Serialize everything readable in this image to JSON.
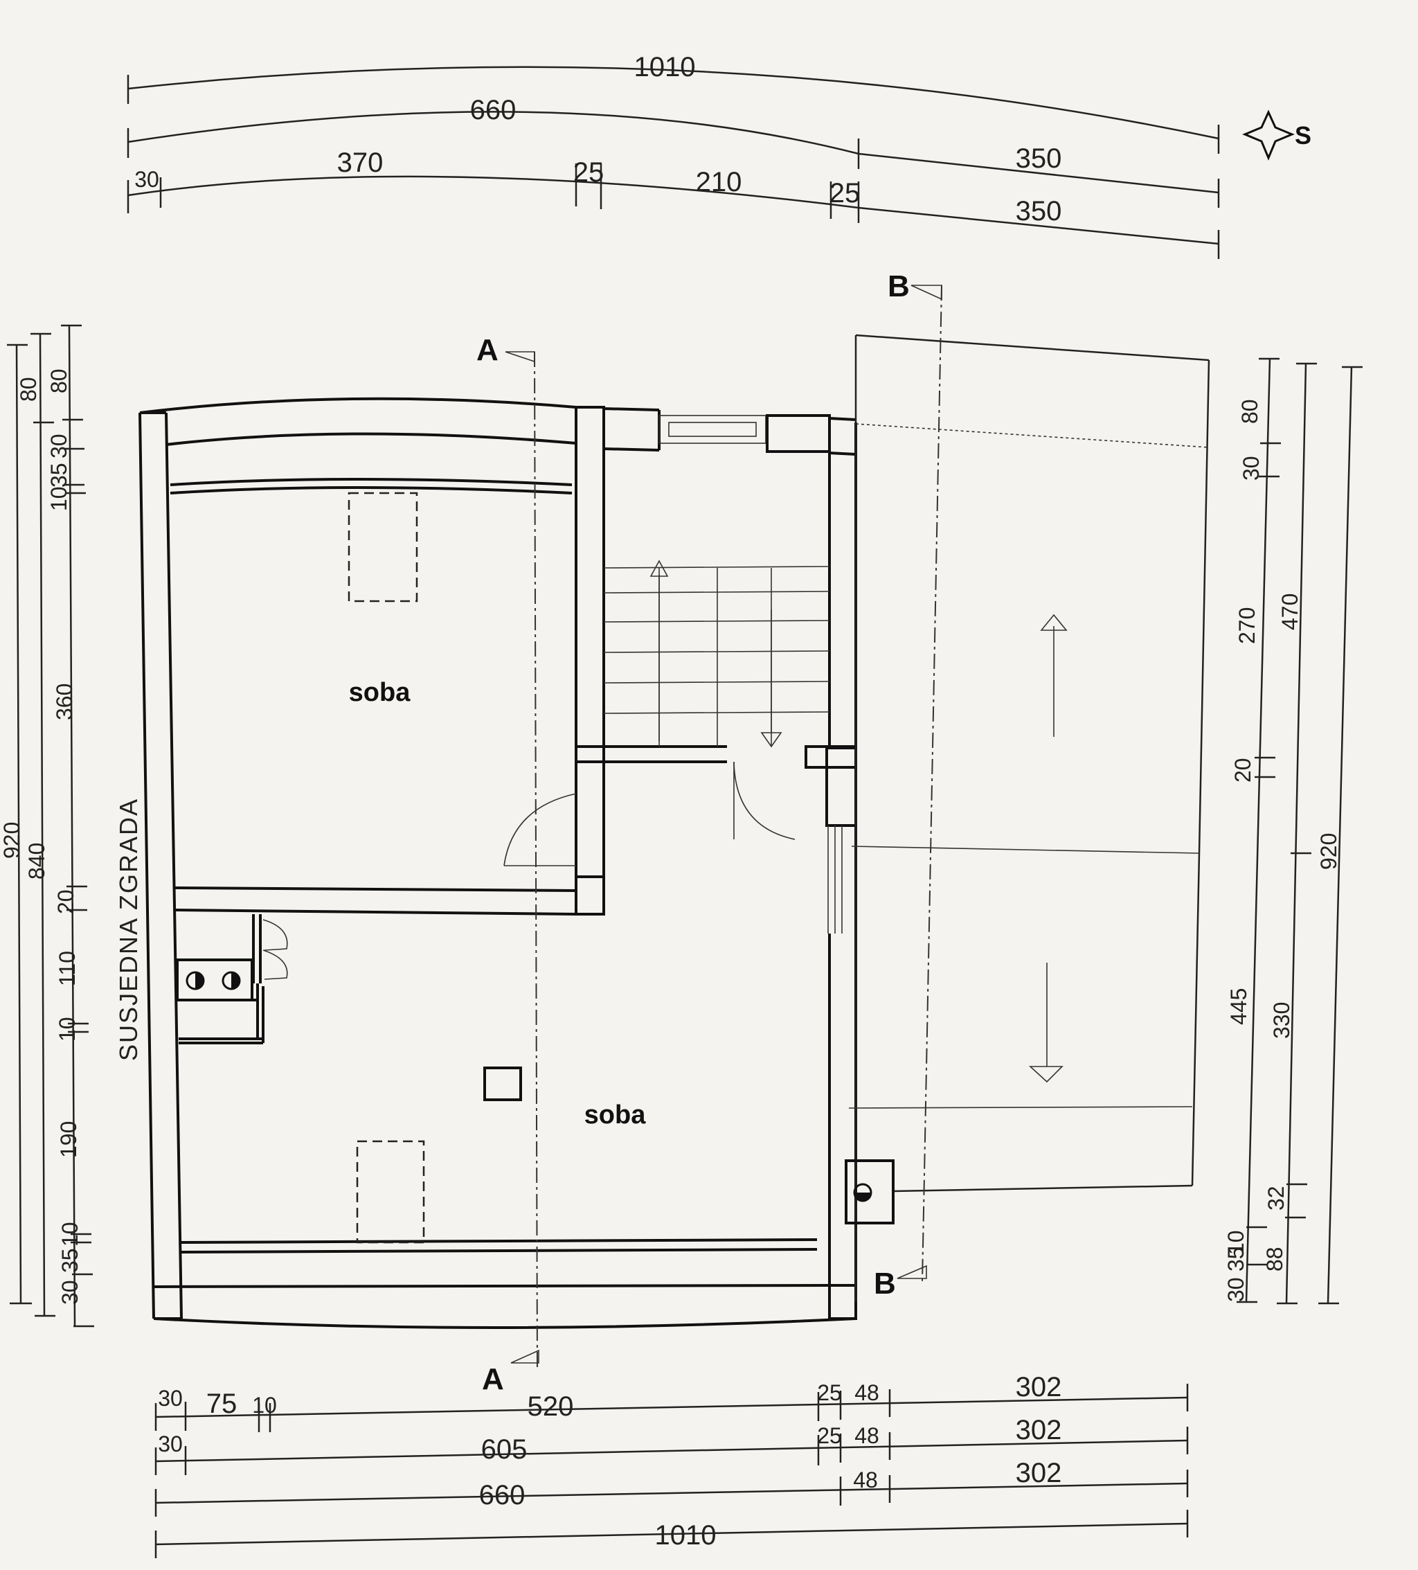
{
  "north": {
    "label": "S",
    "icon": "compass-star-icon"
  },
  "neighbor_label": "SUSJEDNA ZGRADA",
  "rooms": [
    {
      "name": "soba"
    },
    {
      "name": "soba"
    }
  ],
  "sections": {
    "a": "A",
    "b": "B"
  },
  "dims_top": {
    "overall": "1010",
    "row2": [
      "660",
      "350"
    ],
    "row3": [
      "30",
      "370",
      "25",
      "210",
      "25",
      "350"
    ]
  },
  "dims_bottom": {
    "row1": [
      "30",
      "75",
      "10",
      "520",
      "25",
      "48",
      "302"
    ],
    "row2": [
      "30",
      "605",
      "25",
      "48",
      "302"
    ],
    "row3": [
      "660",
      "48",
      "302"
    ],
    "overall": "1010"
  },
  "dims_left": {
    "outer": "920",
    "mid": "840",
    "inner": [
      "80",
      "80",
      "30",
      "35",
      "10",
      "360",
      "20",
      "110",
      "10",
      "190",
      "10",
      "35",
      "30"
    ]
  },
  "dims_right": {
    "outer": "920",
    "mid": [
      "470",
      "330",
      "32",
      "88"
    ],
    "inner": [
      "80",
      "30",
      "270",
      "20",
      "445",
      "10",
      "35",
      "30"
    ]
  }
}
